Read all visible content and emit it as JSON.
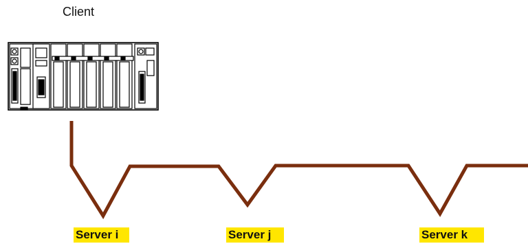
{
  "client": {
    "label": "Client"
  },
  "servers": [
    {
      "label": "Server i"
    },
    {
      "label": "Server j"
    },
    {
      "label": "Server k"
    }
  ],
  "colors": {
    "bus": "#7a2e0e",
    "label_highlight": "#ffe600",
    "device_outline": "#000000",
    "device_fill": "#ffffff"
  },
  "icons": {
    "client": "plc-rack-icon"
  }
}
